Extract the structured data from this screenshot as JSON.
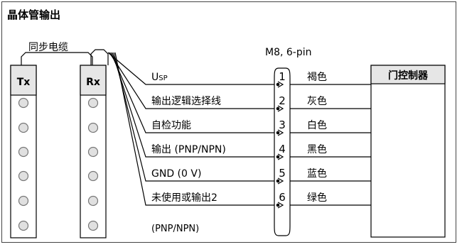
{
  "title": "晶体管输出",
  "sync_cable_label": "同步电缆",
  "connector_label": "M8, 6-pin",
  "tx_label": "Tx",
  "rx_label": "Rx",
  "controller_label": "门控制器",
  "wires": [
    {
      "num": "1",
      "sig_main": "U",
      "sig_sub": "SP",
      "color": "褐色"
    },
    {
      "num": "2",
      "sig_main": "输出逻辑选择线",
      "sig_sub": "",
      "color": "灰色"
    },
    {
      "num": "3",
      "sig_main": "自检功能",
      "sig_sub": "",
      "color": "白色"
    },
    {
      "num": "4",
      "sig_main": "输出 (PNP/NPN)",
      "sig_sub": "",
      "color": "黑色"
    },
    {
      "num": "5",
      "sig_main": "GND (0 V)",
      "sig_sub": "",
      "color": "蓝色"
    },
    {
      "num": "6",
      "sig_main": "未使用或输出2",
      "sig_sub": "(PNP/NPN)",
      "color": "绿色"
    }
  ]
}
